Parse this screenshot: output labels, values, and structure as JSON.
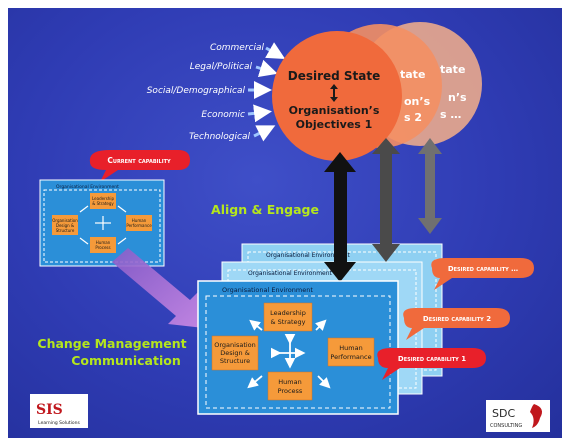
{
  "external_factors": [
    "Commercial",
    "Legal/Political",
    "Social/Demographical",
    "Economic",
    "Technological"
  ],
  "desired_state": {
    "front_line1": "Desired State",
    "front_line2": "Organisation’s",
    "front_line3": "Objectives 1",
    "back_fragments": [
      "tate",
      "on’s",
      "s 2",
      "tate",
      "n’s",
      "s …"
    ]
  },
  "current_capability_label": "Current capability",
  "align_engage": "Align & Engage",
  "change_management": [
    "Change Management",
    "Communication"
  ],
  "organisational_environment": "Organisational Environment",
  "boxes": {
    "leadership": [
      "Leadership",
      "& Strategy"
    ],
    "organisation": [
      "Organisation",
      "Design &",
      "Structure"
    ],
    "human_performance": [
      "Human",
      "Performance"
    ],
    "human_process": [
      "Human",
      "Process"
    ]
  },
  "desired_capabilities": [
    "Desired capability …",
    "Desired capability 2",
    "Desired capability 1"
  ],
  "logos": {
    "sis": "SIS",
    "sis_sub": "Learning Solutions",
    "sdc": "SDC",
    "sdc_sub": "CONSULTING"
  },
  "colors": {
    "background": "#2f3cb4",
    "circle_front": "#f06a3c",
    "orange_box": "#f59a3a",
    "green_text": "#b5e61d",
    "red_tag": "#e8202a"
  }
}
